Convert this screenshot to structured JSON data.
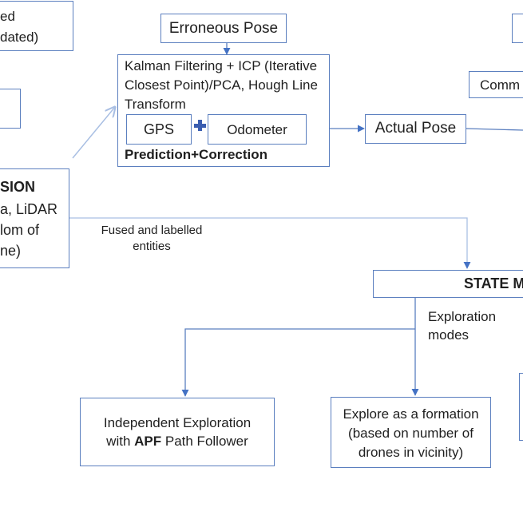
{
  "colors": {
    "line": "#5b7fbf",
    "arrow": "#4472c4",
    "plus": "#3a5db0"
  },
  "boxes": {
    "top_left": {
      "line1": "ed",
      "line2": "dated)"
    },
    "erroneous_pose": "Erroneous Pose",
    "kalman": {
      "line1": "Kalman Filtering + ICP (Iterative",
      "line2": "Closest Point)/PCA, Hough Line",
      "line3": "Transform",
      "gps": "GPS",
      "odometer": "Odometer",
      "footer": "Prediction+Correction"
    },
    "actual_pose": "Actual Pose",
    "comm": "Comm",
    "fusion": {
      "line1": "SION",
      "line2": "a, LiDAR",
      "line3": "lom of",
      "line4": "ne)"
    },
    "state_machine": "STATE M",
    "independent": {
      "line1": "Independent Exploration",
      "line2_prefix": "with ",
      "line2_bold": "APF",
      "line2_suffix": " Path Follower"
    },
    "formation": {
      "line1": "Explore as a formation",
      "line2": "(based on number of",
      "line3": "drones in vicinity)"
    }
  },
  "labels": {
    "fused_line1": "Fused and labelled",
    "fused_line2": "entities",
    "modes_line1": "Exploration",
    "modes_line2": "modes"
  },
  "icons": {
    "plus": "plus-icon"
  }
}
